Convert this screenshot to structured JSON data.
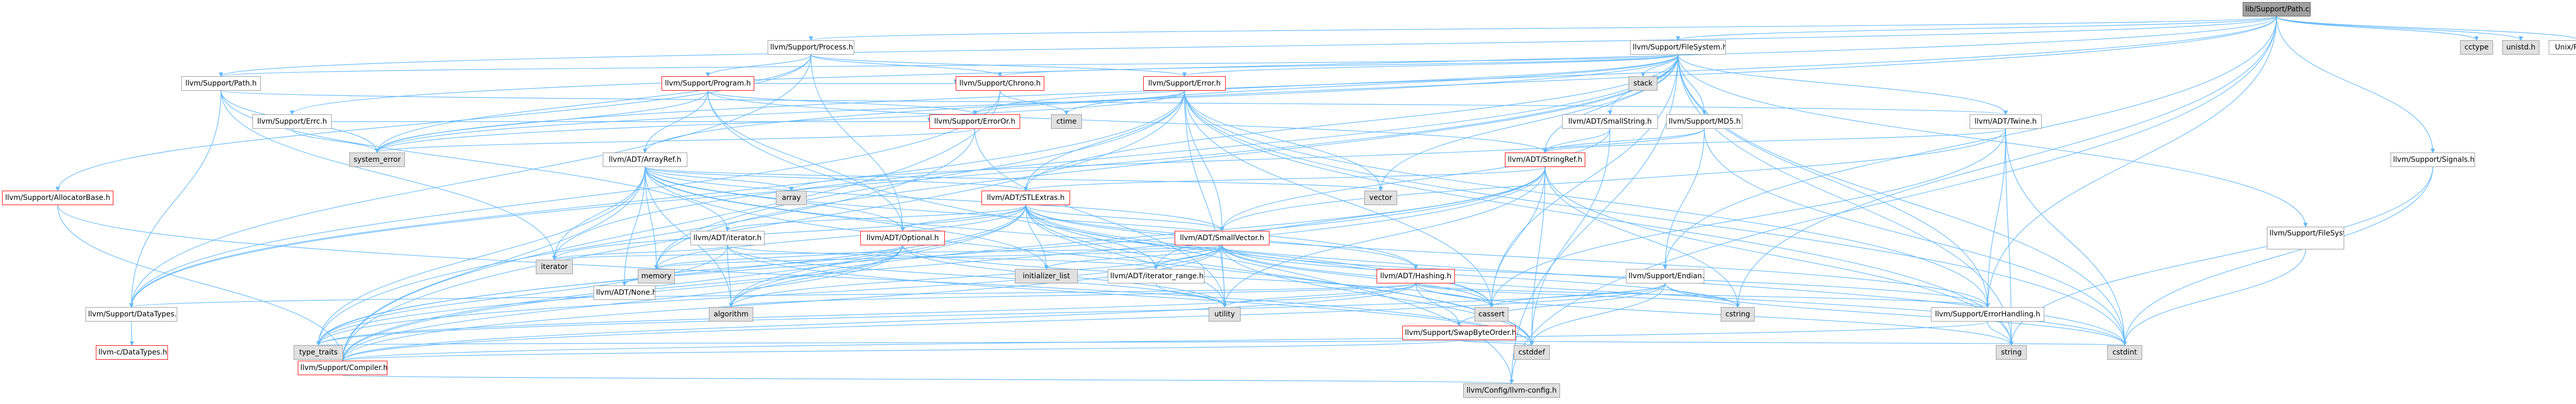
{
  "colors": {
    "edge": "#63b8ff",
    "node_border": "#999999",
    "truncated_border": "#ff0000",
    "root_fill": "#a0a0a0",
    "system_fill": "#e0e0e0"
  },
  "graph": {
    "nodes": [
      {
        "id": "root",
        "label": "lib/Support/Path.cpp"
      },
      {
        "id": "process",
        "label": "llvm/Support/Process.h"
      },
      {
        "id": "filesystem",
        "label": "llvm/Support/FileSystem.h"
      },
      {
        "id": "cctype",
        "label": "cctype"
      },
      {
        "id": "unistd",
        "label": "unistd.h"
      },
      {
        "id": "unixpath",
        "label": "Unix/Path.inc"
      },
      {
        "id": "path",
        "label": "llvm/Support/Path.h"
      },
      {
        "id": "program",
        "label": "llvm/Support/Program.h"
      },
      {
        "id": "chrono",
        "label": "llvm/Support/Chrono.h"
      },
      {
        "id": "error",
        "label": "llvm/Support/Error.h"
      },
      {
        "id": "stack",
        "label": "stack"
      },
      {
        "id": "errc",
        "label": "llvm/Support/Errc.h"
      },
      {
        "id": "ctime",
        "label": "ctime"
      },
      {
        "id": "smallstring",
        "label": "llvm/ADT/SmallString.h"
      },
      {
        "id": "md5",
        "label": "llvm/Support/MD5.h"
      },
      {
        "id": "twine",
        "label": "llvm/ADT/Twine.h"
      },
      {
        "id": "signals",
        "label": "llvm/Support/Signals.h"
      },
      {
        "id": "system_error",
        "label": "system_error"
      },
      {
        "id": "erroror",
        "label": "llvm/Support/ErrorOr.h"
      },
      {
        "id": "stringref",
        "label": "llvm/ADT/StringRef.h"
      },
      {
        "id": "allocatorbase",
        "label": "llvm/Support/AllocatorBase.h"
      },
      {
        "id": "arrayref",
        "label": "llvm/ADT/ArrayRef.h"
      },
      {
        "id": "array",
        "label": "array"
      },
      {
        "id": "vector",
        "label": "vector"
      },
      {
        "id": "stlextras",
        "label": "llvm/ADT/STLExtras.h"
      },
      {
        "id": "uniqueid",
        "label": "llvm/Support/FileSystem/UniqueID.h"
      },
      {
        "id": "iterator",
        "label": "llvm/ADT/iterator.h"
      },
      {
        "id": "optional",
        "label": "llvm/ADT/Optional.h"
      },
      {
        "id": "smallvector",
        "label": "llvm/ADT/SmallVector.h"
      },
      {
        "id": "iterator_sys",
        "label": "iterator"
      },
      {
        "id": "memory",
        "label": "memory"
      },
      {
        "id": "initializer_list",
        "label": "initializer_list"
      },
      {
        "id": "iterator_range",
        "label": "llvm/ADT/iterator_range.h"
      },
      {
        "id": "hashing",
        "label": "llvm/ADT/Hashing.h"
      },
      {
        "id": "endian",
        "label": "llvm/Support/Endian.h"
      },
      {
        "id": "none",
        "label": "llvm/ADT/None.h"
      },
      {
        "id": "datatypes",
        "label": "llvm/Support/DataTypes.h"
      },
      {
        "id": "algorithm",
        "label": "algorithm"
      },
      {
        "id": "utility",
        "label": "utility"
      },
      {
        "id": "cassert",
        "label": "cassert"
      },
      {
        "id": "cstring",
        "label": "cstring"
      },
      {
        "id": "swapbyteorder",
        "label": "llvm/Support/SwapByteOrder.h"
      },
      {
        "id": "errorhandling",
        "label": "llvm/Support/ErrorHandling.h"
      },
      {
        "id": "cdatatypes",
        "label": "llvm-c/DataTypes.h"
      },
      {
        "id": "compiler",
        "label": "llvm/Support/Compiler.h"
      },
      {
        "id": "type_traits",
        "label": "type_traits"
      },
      {
        "id": "cstddef",
        "label": "cstddef"
      },
      {
        "id": "cstdint",
        "label": "cstdint"
      },
      {
        "id": "string",
        "label": "string"
      },
      {
        "id": "llvmconfig",
        "label": "llvm/Config/llvm-config.h"
      }
    ],
    "edges": [
      [
        "root",
        "process"
      ],
      [
        "root",
        "filesystem"
      ],
      [
        "root",
        "cctype"
      ],
      [
        "root",
        "unistd"
      ],
      [
        "root",
        "unixpath"
      ],
      [
        "root",
        "path"
      ],
      [
        "root",
        "errc"
      ],
      [
        "root",
        "signals"
      ],
      [
        "root",
        "system_error"
      ],
      [
        "root",
        "arrayref"
      ],
      [
        "root",
        "endian"
      ],
      [
        "root",
        "errorhandling"
      ],
      [
        "root",
        "llvmconfig"
      ],
      [
        "root",
        "cstring"
      ],
      [
        "process",
        "chrono"
      ],
      [
        "process",
        "error"
      ],
      [
        "process",
        "program"
      ],
      [
        "process",
        "datatypes"
      ],
      [
        "process",
        "system_error"
      ],
      [
        "process",
        "optional"
      ],
      [
        "process",
        "allocatorbase"
      ],
      [
        "filesystem",
        "stack"
      ],
      [
        "filesystem",
        "smallstring"
      ],
      [
        "filesystem",
        "md5"
      ],
      [
        "filesystem",
        "twine"
      ],
      [
        "filesystem",
        "stringref"
      ],
      [
        "filesystem",
        "uniqueid"
      ],
      [
        "filesystem",
        "chrono"
      ],
      [
        "filesystem",
        "error"
      ],
      [
        "filesystem",
        "erroror"
      ],
      [
        "filesystem",
        "path"
      ],
      [
        "filesystem",
        "datatypes"
      ],
      [
        "filesystem",
        "ctime"
      ],
      [
        "filesystem",
        "vector"
      ],
      [
        "filesystem",
        "cassert"
      ],
      [
        "filesystem",
        "cstdint"
      ],
      [
        "filesystem",
        "string"
      ],
      [
        "filesystem",
        "memory"
      ],
      [
        "filesystem",
        "iterator_sys"
      ],
      [
        "filesystem",
        "system_error"
      ],
      [
        "filesystem",
        "llvmconfig"
      ],
      [
        "filesystem",
        "errorhandling"
      ],
      [
        "filesystem",
        "stlextras"
      ],
      [
        "path",
        "twine"
      ],
      [
        "path",
        "iterator"
      ],
      [
        "path",
        "datatypes"
      ],
      [
        "path",
        "system_error"
      ],
      [
        "path",
        "iterator_sys"
      ],
      [
        "program",
        "arrayref"
      ],
      [
        "program",
        "stringref"
      ],
      [
        "program",
        "erroror"
      ],
      [
        "program",
        "optional"
      ],
      [
        "program",
        "system_error"
      ],
      [
        "program",
        "chrono"
      ],
      [
        "program",
        "llvmconfig"
      ],
      [
        "chrono",
        "ctime"
      ],
      [
        "chrono",
        "compiler"
      ],
      [
        "chrono",
        "datatypes"
      ],
      [
        "error",
        "stlextras"
      ],
      [
        "error",
        "smallvector"
      ],
      [
        "error",
        "erroror"
      ],
      [
        "error",
        "errorhandling"
      ],
      [
        "error",
        "compiler"
      ],
      [
        "error",
        "datatypes"
      ],
      [
        "error",
        "cassert"
      ],
      [
        "error",
        "cstdint"
      ],
      [
        "error",
        "memory"
      ],
      [
        "error",
        "utility"
      ],
      [
        "error",
        "string"
      ],
      [
        "error",
        "vector"
      ],
      [
        "error",
        "system_error"
      ],
      [
        "errc",
        "erroror"
      ],
      [
        "errc",
        "system_error"
      ],
      [
        "smallstring",
        "smallvector"
      ],
      [
        "smallstring",
        "stringref"
      ],
      [
        "smallstring",
        "cstddef"
      ],
      [
        "md5",
        "stringref"
      ],
      [
        "md5",
        "endian"
      ],
      [
        "md5",
        "array"
      ],
      [
        "md5",
        "cstdint"
      ],
      [
        "twine",
        "smallvector"
      ],
      [
        "twine",
        "stringref"
      ],
      [
        "twine",
        "errorhandling"
      ],
      [
        "twine",
        "cassert"
      ],
      [
        "twine",
        "cstdint"
      ],
      [
        "twine",
        "string"
      ],
      [
        "signals",
        "cstdint"
      ],
      [
        "signals",
        "string"
      ],
      [
        "erroror",
        "alignof"
      ],
      [
        "erroror",
        "system_error"
      ],
      [
        "erroror",
        "type_traits"
      ],
      [
        "erroror",
        "utility"
      ],
      [
        "stringref",
        "stlextras"
      ],
      [
        "stringref",
        "iterator_range"
      ],
      [
        "stringref",
        "compiler"
      ],
      [
        "stringref",
        "algorithm"
      ],
      [
        "stringref",
        "cassert"
      ],
      [
        "stringref",
        "cstddef"
      ],
      [
        "stringref",
        "cstring"
      ],
      [
        "stringref",
        "limits"
      ],
      [
        "stringref",
        "string"
      ],
      [
        "stringref",
        "type_traits"
      ],
      [
        "stringref",
        "utility"
      ],
      [
        "allocatorbase",
        "compiler"
      ],
      [
        "allocatorbase",
        "cstddef"
      ],
      [
        "arrayref",
        "hashing"
      ],
      [
        "arrayref",
        "none"
      ],
      [
        "arrayref",
        "smallvector"
      ],
      [
        "arrayref",
        "stlextras"
      ],
      [
        "arrayref",
        "compiler"
      ],
      [
        "arrayref",
        "algorithm"
      ],
      [
        "arrayref",
        "array"
      ],
      [
        "arrayref",
        "cassert"
      ],
      [
        "arrayref",
        "cstddef"
      ],
      [
        "arrayref",
        "initializer_list"
      ],
      [
        "arrayref",
        "iterator_sys"
      ],
      [
        "arrayref",
        "memory"
      ],
      [
        "arrayref",
        "type_traits"
      ],
      [
        "arrayref",
        "vector"
      ],
      [
        "arrayref",
        "optional"
      ],
      [
        "stlextras",
        "optional"
      ],
      [
        "stlextras",
        "iterator"
      ],
      [
        "stlextras",
        "iterator_range"
      ],
      [
        "stlextras",
        "compiler"
      ],
      [
        "stlextras",
        "errorhandling"
      ],
      [
        "stlextras",
        "algorithm"
      ],
      [
        "stlextras",
        "cassert"
      ],
      [
        "stlextras",
        "cstddef"
      ],
      [
        "stlextras",
        "cstdint"
      ],
      [
        "stlextras",
        "cstdlib"
      ],
      [
        "stlextras",
        "functional"
      ],
      [
        "stlextras",
        "initializer_list"
      ],
      [
        "stlextras",
        "iterator_sys"
      ],
      [
        "stlextras",
        "limits"
      ],
      [
        "stlextras",
        "memory"
      ],
      [
        "stlextras",
        "tuple"
      ],
      [
        "stlextras",
        "type_traits"
      ],
      [
        "stlextras",
        "utility"
      ],
      [
        "stlextras",
        "hashing"
      ],
      [
        "stlextras",
        "smallvector"
      ],
      [
        "uniqueid",
        "cstdint"
      ],
      [
        "iterator",
        "iterator_range"
      ],
      [
        "iterator",
        "algorithm"
      ],
      [
        "iterator",
        "cstddef"
      ],
      [
        "iterator",
        "iterator_sys"
      ],
      [
        "iterator",
        "type_traits"
      ],
      [
        "iterator",
        "utility"
      ],
      [
        "optional",
        "none"
      ],
      [
        "optional",
        "compiler"
      ],
      [
        "optional",
        "type_traits"
      ],
      [
        "optional",
        "algorithm"
      ],
      [
        "optional",
        "cassert"
      ],
      [
        "optional",
        "new"
      ],
      [
        "optional",
        "utility"
      ],
      [
        "optional",
        "memory"
      ],
      [
        "smallvector",
        "iterator_range"
      ],
      [
        "smallvector",
        "compiler"
      ],
      [
        "smallvector",
        "errorhandling"
      ],
      [
        "smallvector",
        "algorithm"
      ],
      [
        "smallvector",
        "cassert"
      ],
      [
        "smallvector",
        "cstddef"
      ],
      [
        "smallvector",
        "cstdlib"
      ],
      [
        "smallvector",
        "cstring"
      ],
      [
        "smallvector",
        "initializer_list"
      ],
      [
        "smallvector",
        "iterator_sys"
      ],
      [
        "smallvector",
        "limits"
      ],
      [
        "smallvector",
        "memory"
      ],
      [
        "smallvector",
        "new"
      ],
      [
        "smallvector",
        "type_traits"
      ],
      [
        "smallvector",
        "utility"
      ],
      [
        "smallvector",
        "cstdint"
      ],
      [
        "iterator_range",
        "utility"
      ],
      [
        "hashing",
        "errorhandling"
      ],
      [
        "hashing",
        "swapbyteorder"
      ],
      [
        "hashing",
        "algorithm"
      ],
      [
        "hashing",
        "cassert"
      ],
      [
        "hashing",
        "cstring"
      ],
      [
        "hashing",
        "string"
      ],
      [
        "hashing",
        "tuple"
      ],
      [
        "hashing",
        "utility"
      ],
      [
        "hashing",
        "datatypes"
      ],
      [
        "hashing",
        "compiler"
      ],
      [
        "hashing",
        "type_traits"
      ],
      [
        "endian",
        "compiler"
      ],
      [
        "endian",
        "swapbyteorder"
      ],
      [
        "endian",
        "cassert"
      ],
      [
        "endian",
        "cstddef"
      ],
      [
        "endian",
        "cstdint"
      ],
      [
        "endian",
        "cstring"
      ],
      [
        "endian",
        "type_traits"
      ],
      [
        "datatypes",
        "cdatatypes"
      ],
      [
        "swapbyteorder",
        "compiler"
      ],
      [
        "swapbyteorder",
        "cstddef"
      ],
      [
        "swapbyteorder",
        "cstdint"
      ],
      [
        "swapbyteorder",
        "type_traits"
      ],
      [
        "errorhandling",
        "compiler"
      ],
      [
        "errorhandling",
        "string"
      ],
      [
        "compiler",
        "llvmconfig"
      ]
    ]
  }
}
